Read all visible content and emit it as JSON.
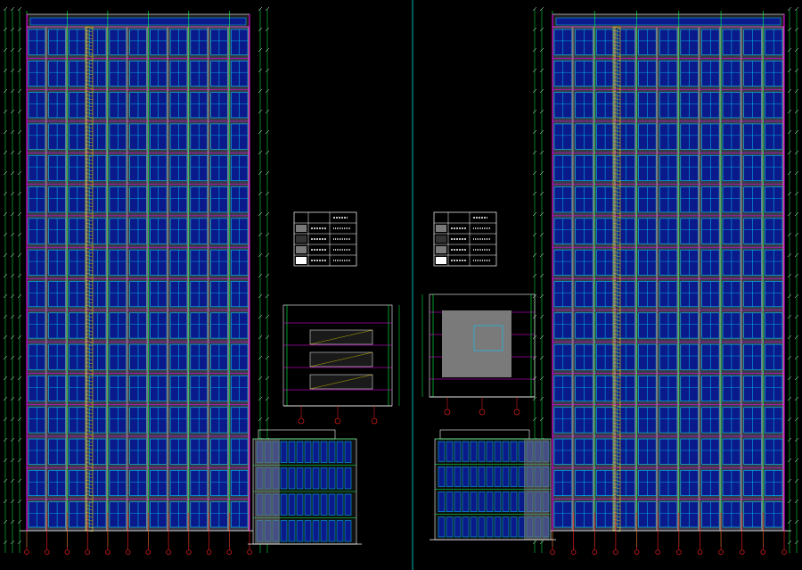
{
  "drawing": {
    "background": "#000000",
    "colors": {
      "window_fill": "#0a1a8a",
      "window_frame": "#00c8ff",
      "mullion_green": "#00ff44",
      "floor_line_magenta": "#ff00ff",
      "facade_gray": "#7a7a7a",
      "white": "#ffffff",
      "red": "#ff2020",
      "yellow": "#e8d000",
      "divider": "#00b3b3"
    },
    "left_sheet": {
      "tower_floors": 16,
      "tower_bays": 11,
      "podium_floors": 4
    },
    "right_sheet": {
      "tower_floors": 16,
      "tower_bays": 11,
      "podium_floors": 4
    },
    "legend_left": {
      "rows": 5,
      "columns": 3
    },
    "legend_right": {
      "rows": 5,
      "columns": 3
    }
  }
}
